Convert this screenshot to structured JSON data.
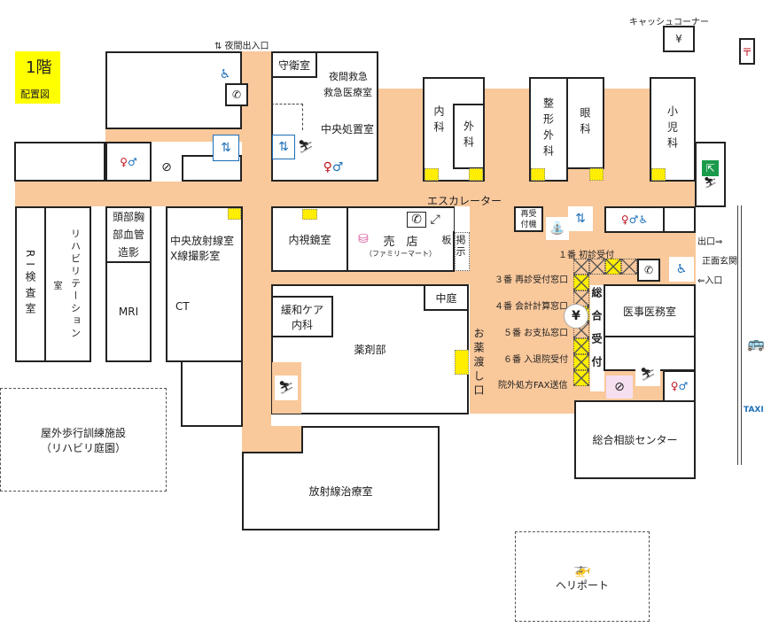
{
  "floor": {
    "title": "1階",
    "subtitle": "配置図"
  },
  "labels": {
    "night_entrance": "⇅ 夜間出入口",
    "cash_corner": "キャッシュコーナー",
    "escalator": "エスカレーター",
    "exit": "出口⇒",
    "main_entrance": "正面玄関",
    "entrance": "⇐入口"
  },
  "rooms": {
    "guard": "守衛室",
    "night_emergency": "夜間救急",
    "emergency": "救急医療室",
    "central_treatment": "中央処置室",
    "internal": "内科",
    "surgery": "外科",
    "orthopedics": "整形外科",
    "ophthalmology": "眼科",
    "pediatrics": "小児科",
    "ri": "RI検査室",
    "rehab": "リハビリテーション",
    "rehab_room": "室",
    "angio": "頭部胸部血管造影",
    "mri": "MRI",
    "radiology": "中央放射線室",
    "xray": "X線撮影室",
    "ct": "CT",
    "endoscopy": "内視鏡室",
    "shop": "売　店",
    "shop_sub": "（ファミリーマート）",
    "board": "掲示板",
    "courtyard": "中庭",
    "palliative": "緩和ケア",
    "palliative_sub": "内科",
    "pharmacy": "薬剤部",
    "medicine_pickup": "お薬渡し口",
    "reentry_machine": "再受付機",
    "general_reception": "総合受付",
    "medical_affairs": "医事医務室",
    "consultation": "総合相談センター",
    "radiotherapy": "放射線治療室",
    "outdoor": "屋外歩行訓練施設",
    "outdoor_sub": "（リハビリ庭園）",
    "heliport": "ヘリポート"
  },
  "windows": [
    "１番 初診受付",
    "３番 再診受付窓口",
    "４番 会計計算窓口",
    "５番 お支払窓口",
    "６番 入退院受付",
    "院外処方FAX送信"
  ],
  "icons": {
    "taxi": "TAXI",
    "post": "〒",
    "yen": "¥"
  }
}
